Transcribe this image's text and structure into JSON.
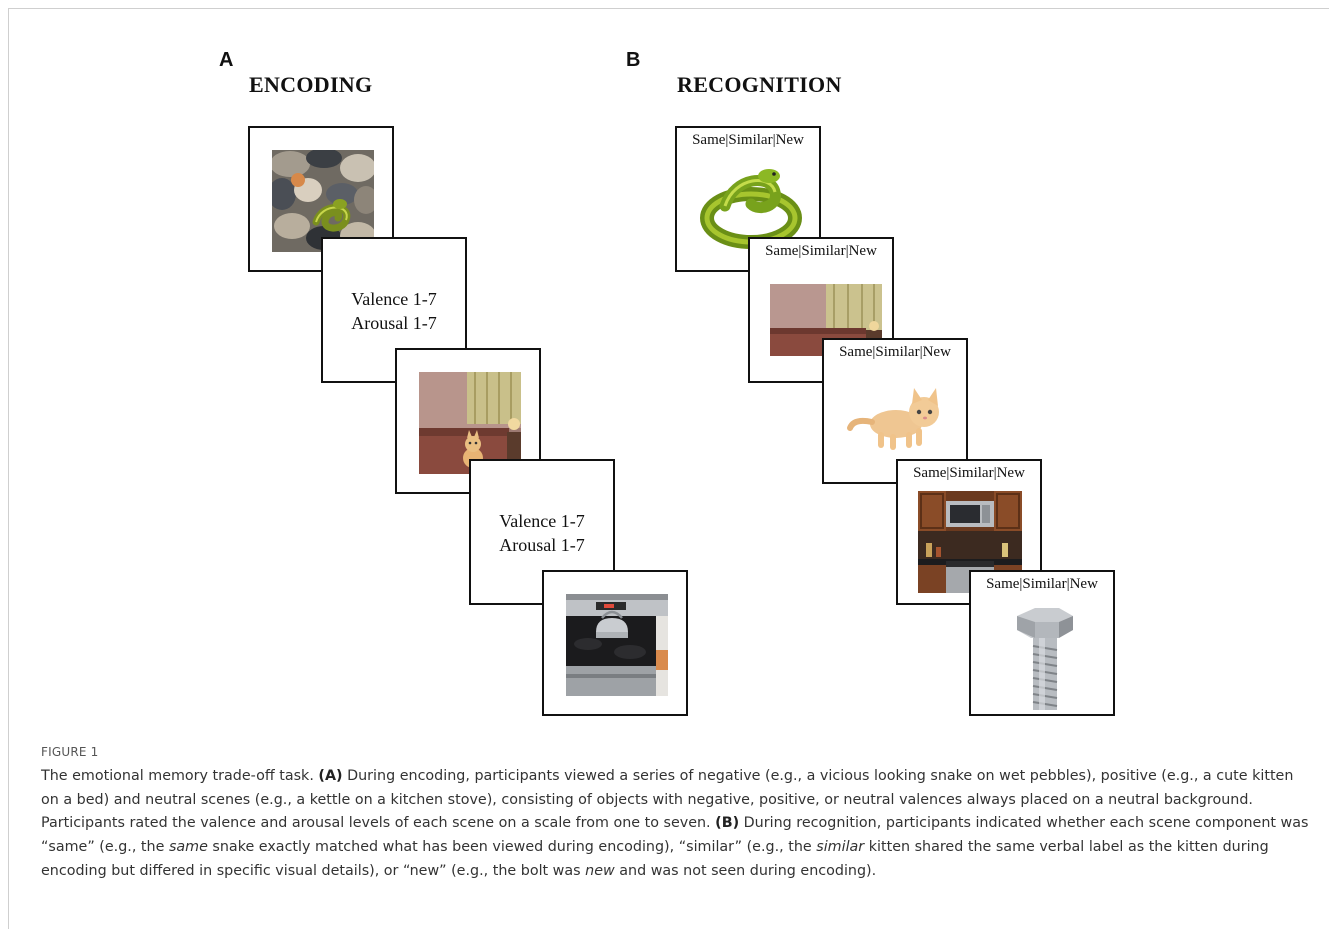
{
  "panel_a": {
    "letter": "A",
    "title": "ENCODING",
    "rating_lines": [
      "Valence 1-7",
      "Arousal 1-7"
    ]
  },
  "panel_b": {
    "letter": "B",
    "title": "RECOGNITION",
    "choice_prompt": "Same|Similar|New"
  },
  "encoding_images": [
    "snake-on-pebbles",
    "kitten-on-bed",
    "kettle-on-stove"
  ],
  "recognition_images": [
    "snake",
    "bedroom",
    "kitten",
    "kitchen",
    "bolt"
  ],
  "caption": {
    "label": "FIGURE 1",
    "title": "The emotional memory trade-off task.",
    "a_marker": "(A)",
    "a_text": "During encoding, participants viewed a series of negative (e.g., a vicious looking snake on wet pebbles), positive (e.g., a cute kitten on a bed) and neutral scenes (e.g., a kettle on a kitchen stove), consisting of objects with negative, positive, or neutral valences always placed on a neutral background. Participants rated the valence and arousal levels of each scene on a scale from one to seven.",
    "b_marker": "(B)",
    "b_text_1": "During recognition, participants indicated whether each scene component was “same” (e.g., the",
    "b_em_1": "same",
    "b_text_2": "snake exactly matched what has been viewed during encoding), “similar” (e.g., the",
    "b_em_2": "similar",
    "b_text_3": "kitten shared the same verbal label as the kitten during encoding but differed in specific visual details), or “new” (e.g., the bolt was",
    "b_em_3": "new",
    "b_text_4": "and was not seen during encoding)."
  }
}
